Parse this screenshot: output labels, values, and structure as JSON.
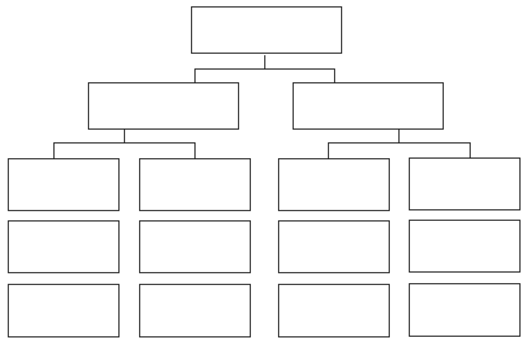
{
  "diagram": {
    "type": "org-chart",
    "line_color": "#111111",
    "box_fill": "#ffffff",
    "nodes": [
      {
        "id": "root",
        "label": ""
      },
      {
        "id": "left",
        "label": "",
        "parent": "root"
      },
      {
        "id": "right",
        "label": "",
        "parent": "root"
      },
      {
        "id": "l1",
        "label": "",
        "parent": "left"
      },
      {
        "id": "l2",
        "label": "",
        "parent": "left"
      },
      {
        "id": "r1",
        "label": "",
        "parent": "right"
      },
      {
        "id": "r2",
        "label": "",
        "parent": "right"
      },
      {
        "id": "l1b",
        "label": "",
        "below": "l1"
      },
      {
        "id": "l1c",
        "label": "",
        "below": "l1b"
      },
      {
        "id": "l2b",
        "label": "",
        "below": "l2"
      },
      {
        "id": "l2c",
        "label": "",
        "below": "l2b"
      },
      {
        "id": "r1b",
        "label": "",
        "below": "r1"
      },
      {
        "id": "r1c",
        "label": "",
        "below": "r1b"
      },
      {
        "id": "r2b",
        "label": "",
        "below": "r2"
      },
      {
        "id": "r2c",
        "label": "",
        "below": "r2b"
      }
    ]
  }
}
